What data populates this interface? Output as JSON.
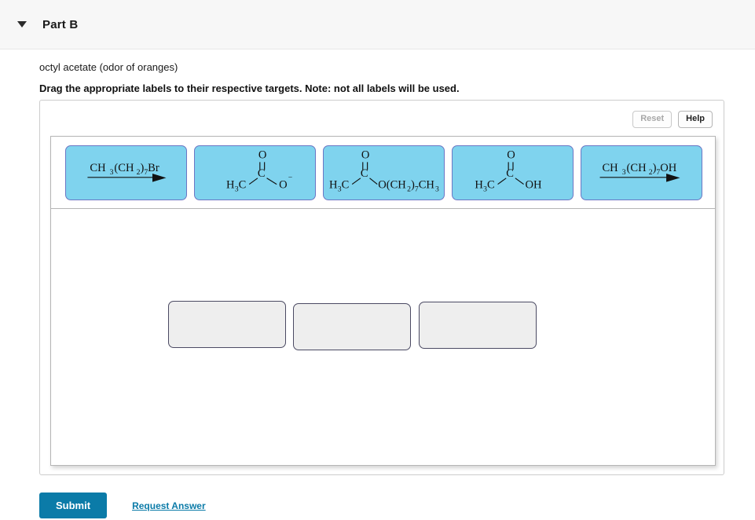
{
  "header": {
    "title": "Part B",
    "disclosure_icon": "triangle-down-icon",
    "expanded": true
  },
  "prompt": {
    "subject": "octyl acetate (odor of oranges)",
    "instruction": "Drag the appropriate labels to their respective targets. Note: not all labels will be used."
  },
  "toolbar": {
    "reset_label": "Reset",
    "reset_disabled": true,
    "help_label": "Help",
    "help_disabled": false
  },
  "labels": [
    {
      "id": "label-octyl-bromide",
      "name": "octyl-bromide-reagent",
      "type": "reagent-arrow",
      "formula": "CH3(CH2)7Br",
      "parts": [
        "CH",
        "3",
        "(CH",
        "2",
        ")",
        "7",
        "Br"
      ],
      "arrow": true
    },
    {
      "id": "label-acetate-anion",
      "name": "acetate-anion",
      "type": "structure",
      "formula": "H3C-C(=O)-O-",
      "left_group": "H3C",
      "carbonyl_o": "O",
      "center_c": "C",
      "right_group": "O",
      "charge": "−",
      "arrow": false
    },
    {
      "id": "label-octyl-acetate",
      "name": "octyl-acetate",
      "type": "structure",
      "formula": "H3C-C(=O)-O(CH2)7CH3",
      "left_group": "H3C",
      "carbonyl_o": "O",
      "center_c": "C",
      "right_group": "O(CH2)7CH3",
      "arrow": false
    },
    {
      "id": "label-acetic-acid",
      "name": "acetic-acid",
      "type": "structure",
      "formula": "H3C-C(=O)-OH",
      "left_group": "H3C",
      "carbonyl_o": "O",
      "center_c": "C",
      "right_group": "OH",
      "arrow": false
    },
    {
      "id": "label-octanol",
      "name": "octanol-reagent",
      "type": "reagent-arrow",
      "formula": "CH3(CH2)7OH",
      "parts": [
        "CH",
        "3",
        "(CH",
        "2",
        ")",
        "7",
        "OH"
      ],
      "arrow": true
    }
  ],
  "drop_targets": [
    {
      "id": "target-1",
      "name": "drop-target-1",
      "value": ""
    },
    {
      "id": "target-2",
      "name": "drop-target-2",
      "value": ""
    },
    {
      "id": "target-3",
      "name": "drop-target-3",
      "value": ""
    }
  ],
  "footer": {
    "submit_label": "Submit",
    "request_answer_label": "Request Answer"
  },
  "colors": {
    "tile_fill": "#7fd3ee",
    "tile_border": "#6b76c4",
    "target_fill": "#eeeeee",
    "target_border": "#4b4a63",
    "accent": "#0b7ba8",
    "header_bg": "#f7f7f7"
  }
}
